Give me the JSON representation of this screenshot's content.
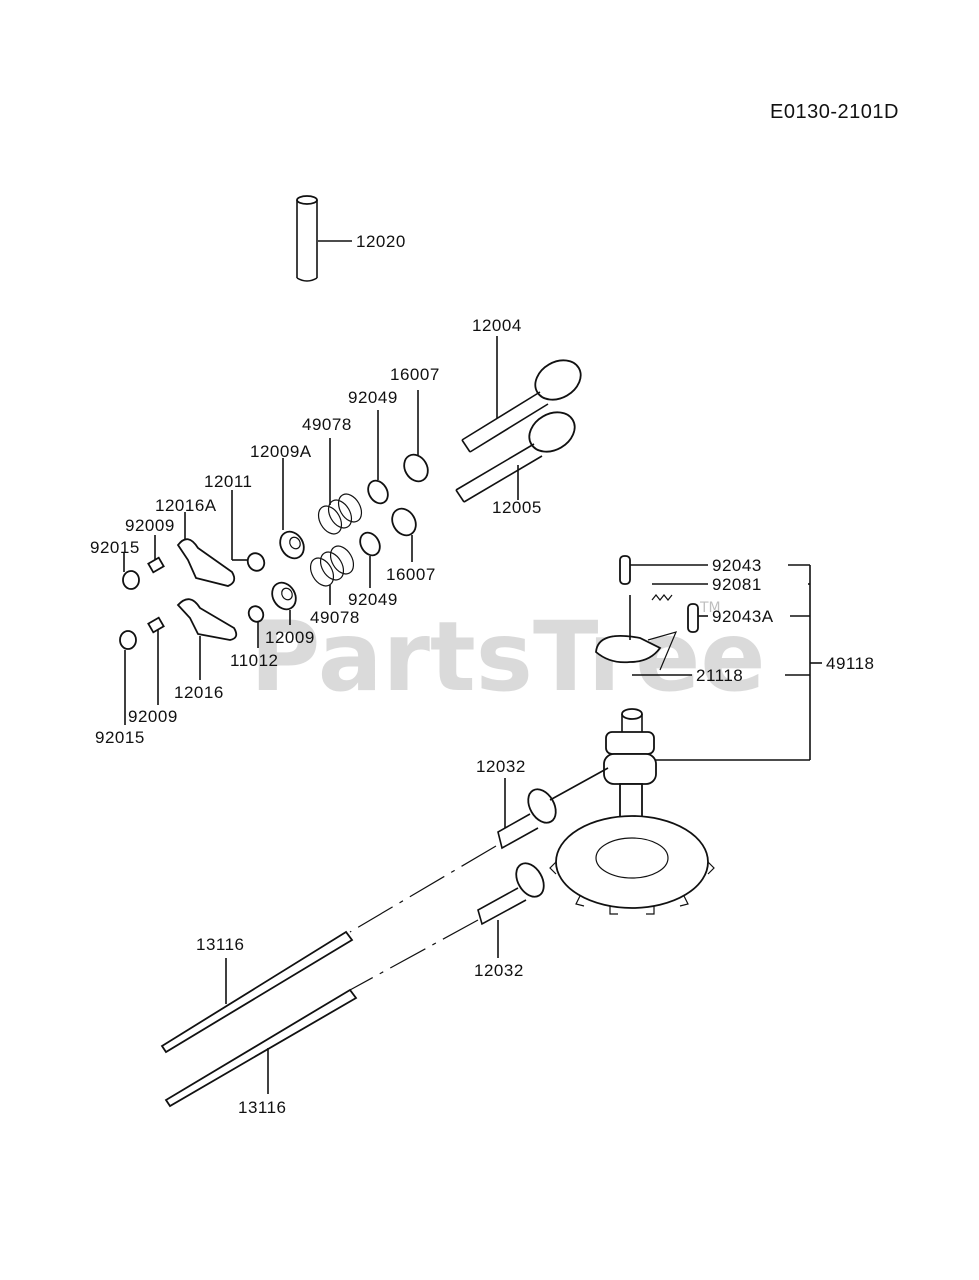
{
  "diagram": {
    "code": "E0130-2101D",
    "watermark": "PartsTree",
    "watermark_tm": "TM",
    "parts": {
      "p12020": "12020",
      "p12004": "12004",
      "p16007a": "16007",
      "p92049a": "92049",
      "p49078a": "49078",
      "p12009A": "12009A",
      "p12011": "12011",
      "p12016A": "12016A",
      "p92009a": "92009",
      "p92015a": "92015",
      "p12005": "12005",
      "p16007b": "16007",
      "p92049b": "92049",
      "p49078b": "49078",
      "p12009": "12009",
      "p11012": "11012",
      "p12016": "12016",
      "p92009b": "92009",
      "p92015b": "92015",
      "p92043": "92043",
      "p92081": "92081",
      "p92043A": "92043A",
      "p21118": "21118",
      "p49118": "49118",
      "p12032a": "12032",
      "p12032b": "12032",
      "p13116a": "13116",
      "p13116b": "13116"
    }
  }
}
